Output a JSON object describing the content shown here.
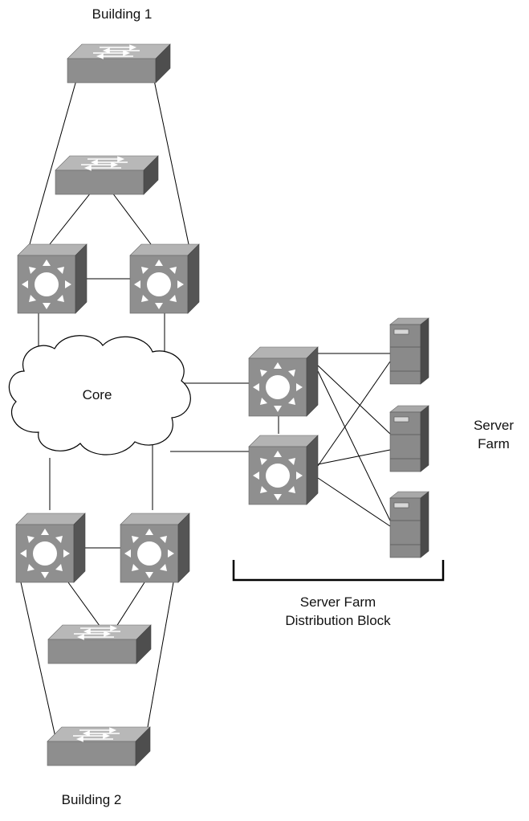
{
  "labels": {
    "building1": "Building 1",
    "building2": "Building 2",
    "core": "Core",
    "server_farm": "Server\nFarm",
    "server_farm_line1": "Server",
    "server_farm_line2": "Farm",
    "distribution_line1": "Server Farm",
    "distribution_line2": "Distribution Block"
  },
  "icons": {
    "access_switch": "switch-icon",
    "multilayer_switch": "multilayer-switch-icon",
    "server": "server-icon",
    "cloud": "cloud-icon"
  },
  "colors": {
    "device_top": "#b3b3b3",
    "device_front": "#8f8f8f",
    "device_side": "#555555",
    "lines": "#000000"
  }
}
